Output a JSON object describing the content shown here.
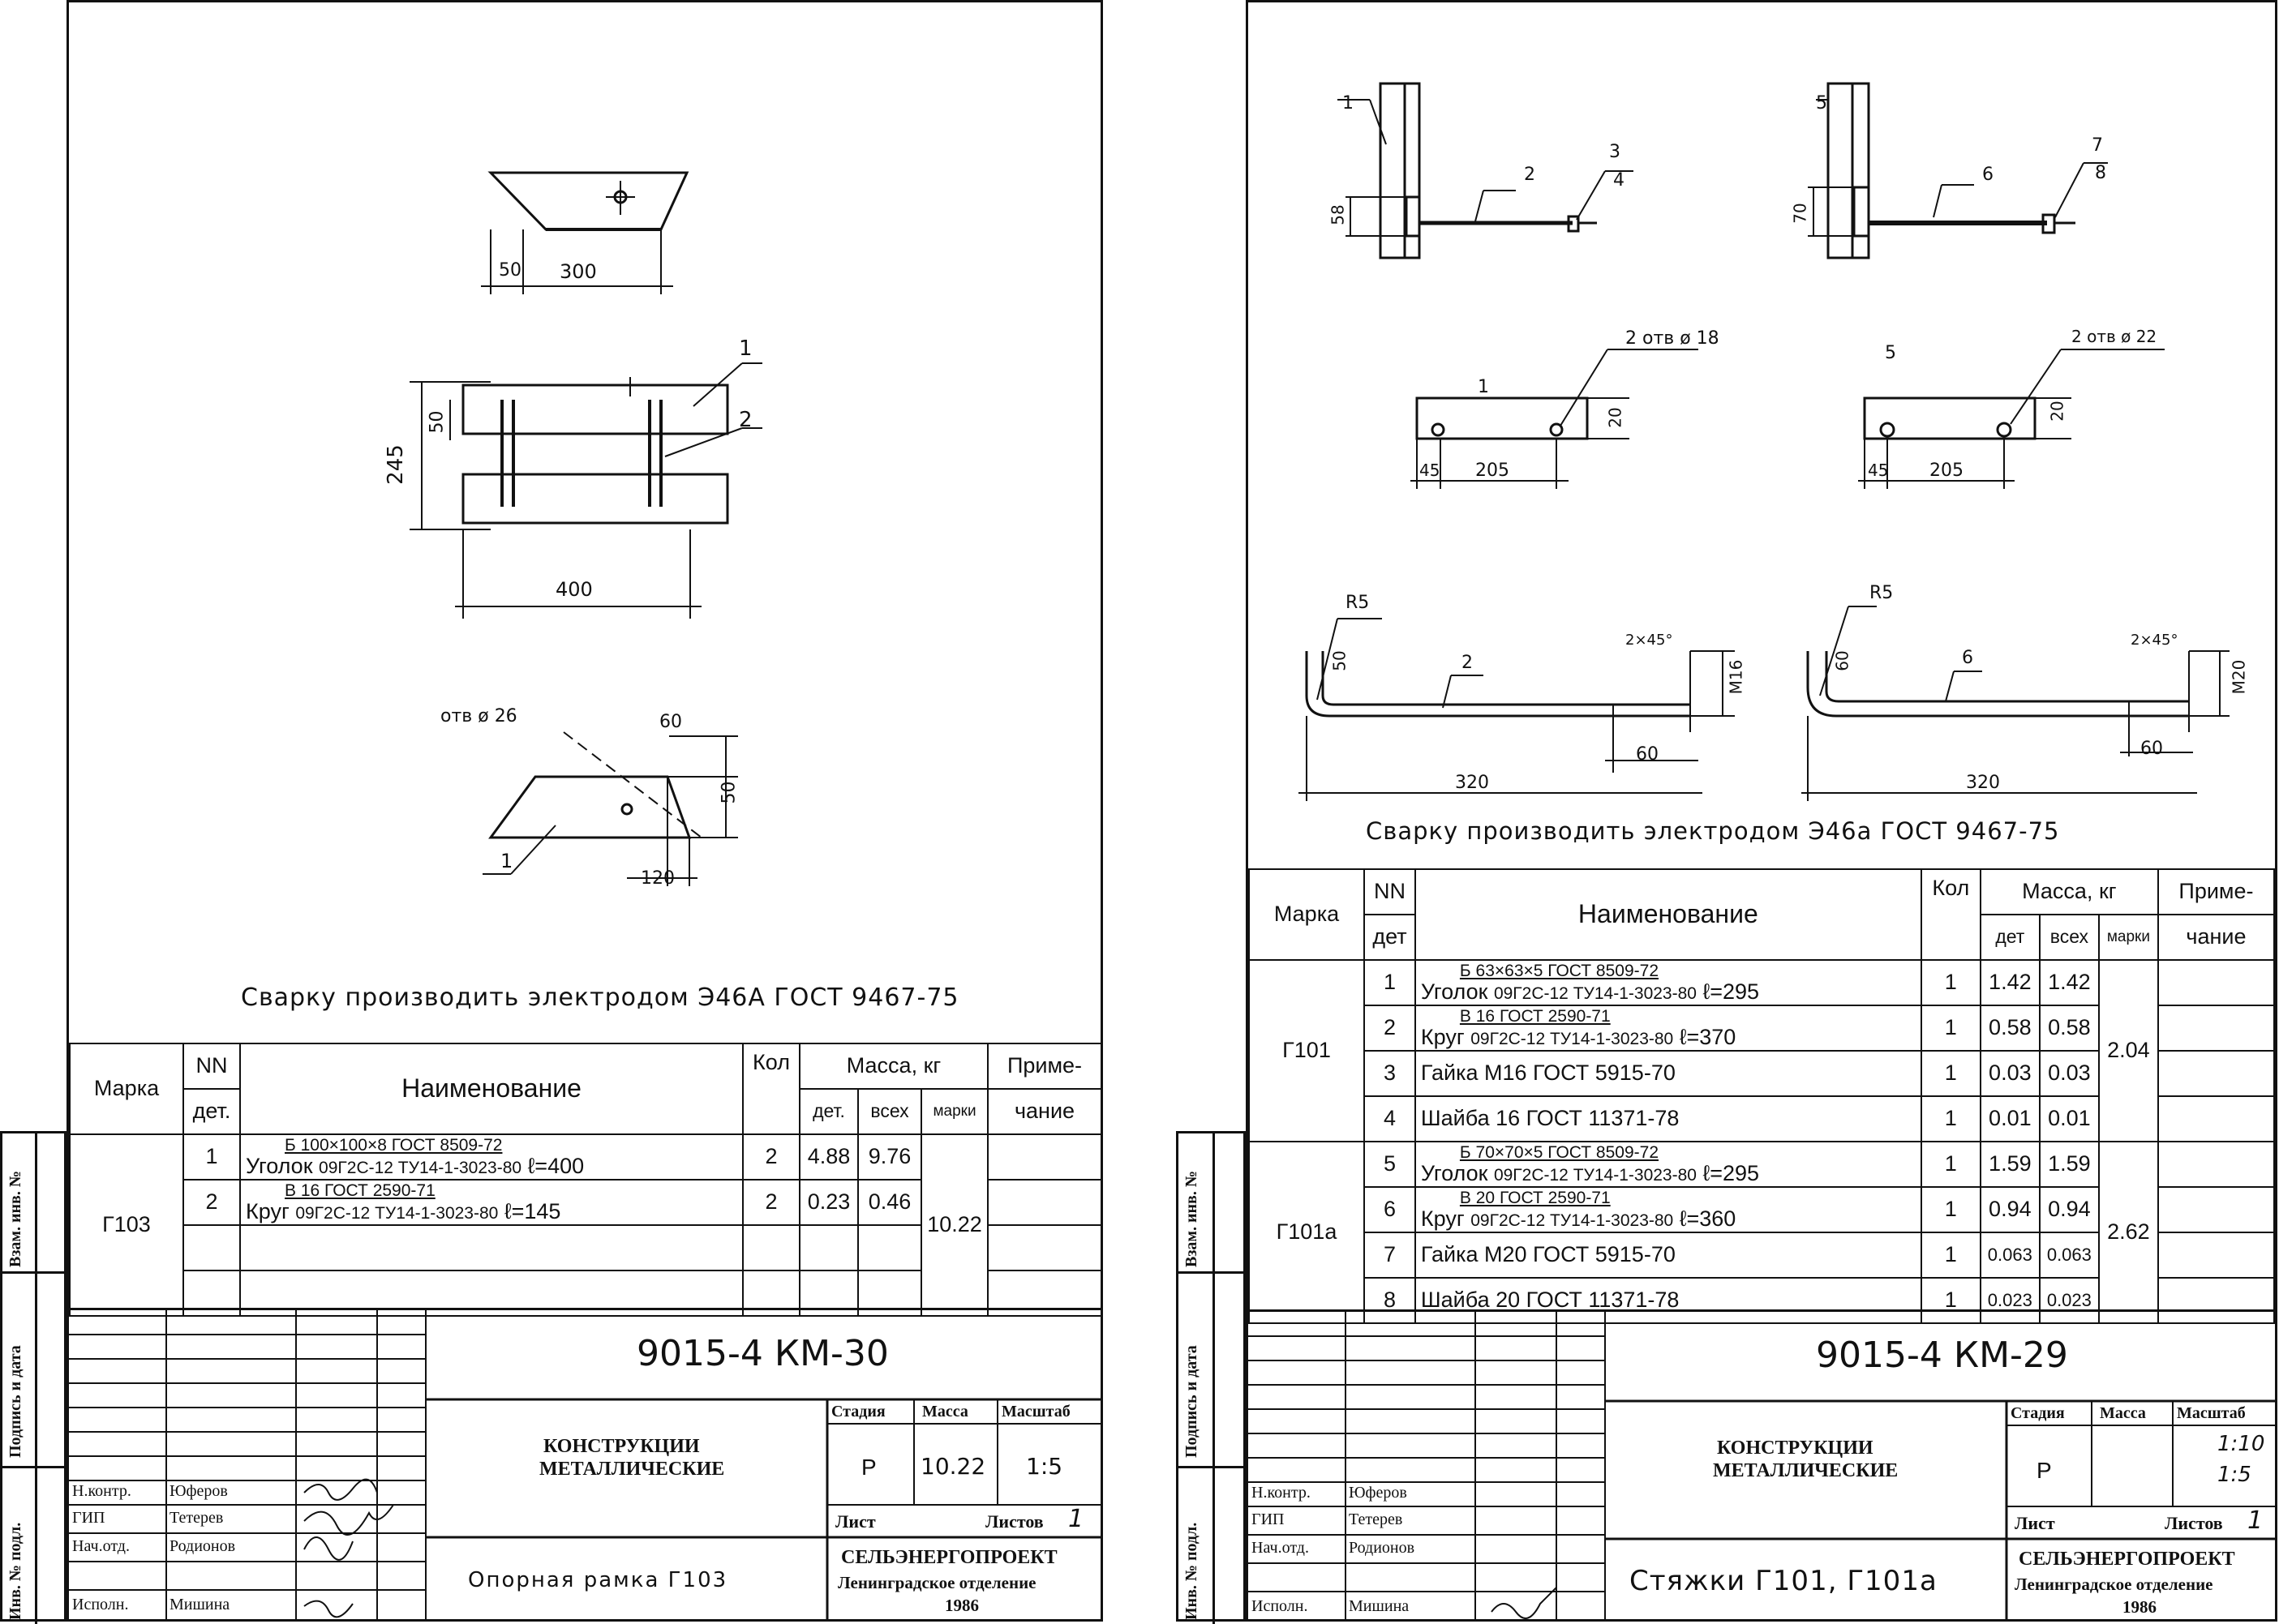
{
  "left": {
    "dims": {
      "d50": "50",
      "d300": "300",
      "d245": "245",
      "d50b": "50",
      "d400": "400",
      "hole": "отв ø 26",
      "d60": "60",
      "d50c": "50",
      "d120": "120",
      "pos1": "1",
      "pos2": "2",
      "pos1b": "1"
    },
    "note": "Сварку производить электродом Э46А ГОСТ 9467-75",
    "headers": {
      "mark": "Марка",
      "nn1": "NN",
      "nn2": "дет.",
      "name": "Наименование",
      "qty": "Кол",
      "mass": "Масса, кг",
      "m1": "дет.",
      "m2": "всех",
      "m3": "марки",
      "rem1": "Приме-",
      "rem2": "чание"
    },
    "mark": "Г103",
    "rows": [
      {
        "n": "1",
        "name": "Уголок",
        "l1": "Б 100×100×8 ГОСТ 8509-72",
        "l2": "09Г2С-12 ТУ14-1-3023-80",
        "len": "ℓ=400",
        "qty": "2",
        "m_det": "4.88",
        "m_all": "9.76"
      },
      {
        "n": "2",
        "name": "Круг",
        "l1": "В 16 ГОСТ 2590-71",
        "l2": "09Г2С-12 ТУ14-1-3023-80",
        "len": "ℓ=145",
        "qty": "2",
        "m_det": "0.23",
        "m_all": "0.46"
      }
    ],
    "mark_mass": "10.22",
    "code": "9015-4 КМ-30",
    "title1": "КОНСТРУКЦИИ",
    "title2": "МЕТАЛЛИЧЕСКИЕ",
    "stage_h": "Стадия",
    "mass_h": "Масса",
    "scale_h": "Масштаб",
    "stage": "Р",
    "mass": "10.22",
    "scale": "1:5",
    "sheet_h": "Лист",
    "sheets_h": "Листов",
    "sheets": "1",
    "drawing_title": "Опорная рамка Г103",
    "org1": "СЕЛЬЭНЕРГОПРОЕКТ",
    "org2": "Ленинградское отделение",
    "year": "1986",
    "staff": [
      {
        "role": "Н.контр.",
        "name": "Юферов"
      },
      {
        "role": "ГИП",
        "name": "Тетерев"
      },
      {
        "role": "Нач.отд.",
        "name": "Родионов"
      },
      {
        "role": "Исполн.",
        "name": "Мишина"
      }
    ],
    "side": {
      "s1": "Инв. № подл.",
      "s2": "Подпись и дата",
      "s3": "Взам. инв. №"
    }
  },
  "right": {
    "dims": {
      "a1": "1",
      "a2": "2",
      "a3": "3",
      "a4": "4",
      "a58": "58",
      "b5": "5",
      "b6": "6",
      "b7": "7",
      "b8": "8",
      "b70": "70",
      "c1": "1",
      "c_hole": "2 отв ø 18",
      "c20": "20",
      "c45": "45",
      "c205": "205",
      "d5": "5",
      "d_hole": "2 отв ø 22",
      "d20": "20",
      "d45": "45",
      "d205": "205",
      "e_r": "R5",
      "e2": "2",
      "e_ch": "2×45°",
      "e_m": "M16",
      "e50": "50",
      "e60": "60",
      "e320": "320",
      "f_r": "R5",
      "f6": "6",
      "f_ch": "2×45°",
      "f_m": "M20",
      "f60": "60",
      "f60b": "60",
      "f320": "320"
    },
    "note": "Сварку производить электродом Э46а ГОСТ 9467-75",
    "headers": {
      "mark": "Марка",
      "nn1": "NN",
      "nn2": "дет",
      "name": "Наименование",
      "qty": "Кол",
      "mass": "Масса, кг",
      "m1": "дет",
      "m2": "всех",
      "m3": "марки",
      "rem1": "Приме-",
      "rem2": "чание"
    },
    "groups": [
      {
        "mark": "Г101",
        "mass": "2.04",
        "rows": [
          {
            "n": "1",
            "name": "Уголок",
            "l1": "Б 63×63×5 ГОСТ 8509-72",
            "l2": "09Г2С-12 ТУ14-1-3023-80",
            "len": "ℓ=295",
            "qty": "1",
            "m_det": "1.42",
            "m_all": "1.42"
          },
          {
            "n": "2",
            "name": "Круг",
            "l1": "В 16 ГОСТ 2590-71",
            "l2": "09Г2С-12 ТУ14-1-3023-80",
            "len": "ℓ=370",
            "qty": "1",
            "m_det": "0.58",
            "m_all": "0.58"
          },
          {
            "n": "3",
            "name": "Гайка М16 ГОСТ 5915-70",
            "l1": "",
            "l2": "",
            "len": "",
            "qty": "1",
            "m_det": "0.03",
            "m_all": "0.03"
          },
          {
            "n": "4",
            "name": "Шайба 16 ГОСТ 11371-78",
            "l1": "",
            "l2": "",
            "len": "",
            "qty": "1",
            "m_det": "0.01",
            "m_all": "0.01"
          }
        ]
      },
      {
        "mark": "Г101а",
        "mass": "2.62",
        "rows": [
          {
            "n": "5",
            "name": "Уголок",
            "l1": "Б 70×70×5 ГОСТ 8509-72",
            "l2": "09Г2С-12 ТУ14-1-3023-80",
            "len": "ℓ=295",
            "qty": "1",
            "m_det": "1.59",
            "m_all": "1.59"
          },
          {
            "n": "6",
            "name": "Круг",
            "l1": "В 20 ГОСТ 2590-71",
            "l2": "09Г2С-12 ТУ14-1-3023-80",
            "len": "ℓ=360",
            "qty": "1",
            "m_det": "0.94",
            "m_all": "0.94"
          },
          {
            "n": "7",
            "name": "Гайка М20 ГОСТ 5915-70",
            "l1": "",
            "l2": "",
            "len": "",
            "qty": "1",
            "m_det": "0.063",
            "m_all": "0.063"
          },
          {
            "n": "8",
            "name": "Шайба 20 ГОСТ 11371-78",
            "l1": "",
            "l2": "",
            "len": "",
            "qty": "1",
            "m_det": "0.023",
            "m_all": "0.023"
          }
        ]
      }
    ],
    "code": "9015-4 КМ-29",
    "title1": "КОНСТРУКЦИИ",
    "title2": "МЕТАЛЛИЧЕСКИЕ",
    "stage_h": "Стадия",
    "mass_h": "Масса",
    "scale_h": "Масштаб",
    "stage": "Р",
    "scale1": "1:10",
    "scale2": "1:5",
    "sheet_h": "Лист",
    "sheets_h": "Листов",
    "sheets": "1",
    "drawing_title": "Стяжки Г101, Г101а",
    "org1": "СЕЛЬЭНЕРГОПРОЕКТ",
    "org2": "Ленинградское отделение",
    "year": "1986",
    "staff": [
      {
        "role": "Н.контр.",
        "name": "Юферов"
      },
      {
        "role": "ГИП",
        "name": "Тетерев"
      },
      {
        "role": "Нач.отд.",
        "name": "Родионов"
      },
      {
        "role": "Исполн.",
        "name": "Мишина"
      }
    ],
    "side": {
      "s1": "Инв. № подл.",
      "s2": "Подпись и дата",
      "s3": "Взам. инв. №"
    }
  }
}
